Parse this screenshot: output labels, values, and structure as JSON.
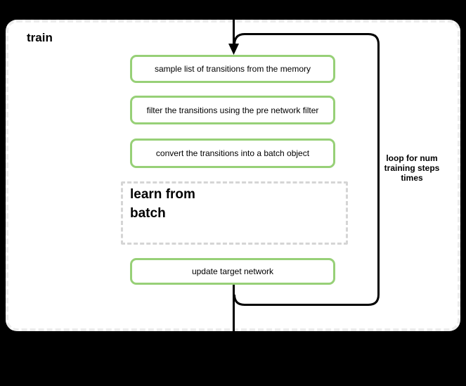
{
  "diagram": {
    "title": "train",
    "loop_annotation": "loop for num\ntraining steps\ntimes",
    "steps": [
      "sample list of transitions from the memory",
      "filter the transitions using the pre network filter",
      "convert the transitions into a batch object"
    ],
    "sub_process": "learn from\nbatch",
    "final_step": "update target network",
    "colors": {
      "canvas_bg": "#000000",
      "surface_bg": "#ffffff",
      "step_border": "#97d077",
      "sub_process_border": "#d5d5d5",
      "outer_border": "#ececec",
      "connector": "#000000",
      "text": "#000000"
    }
  }
}
